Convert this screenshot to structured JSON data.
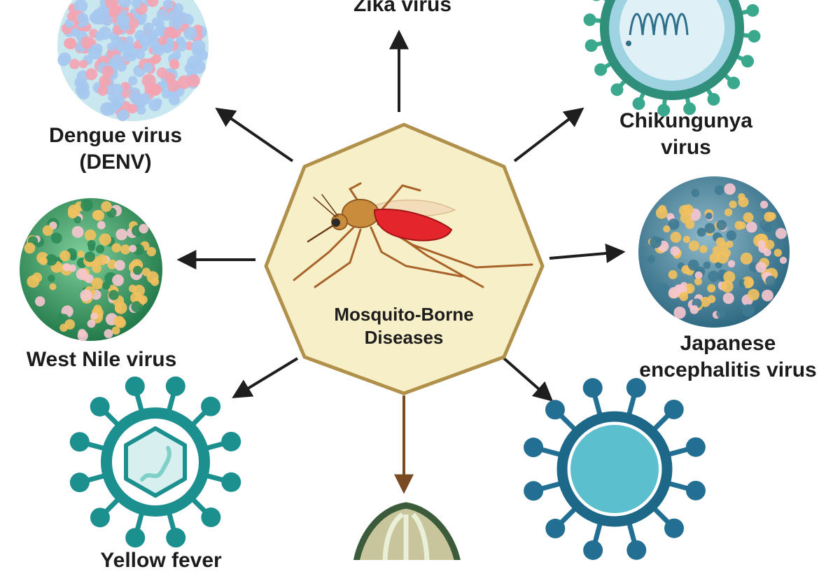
{
  "center": {
    "lines": [
      "Mosquito-Borne",
      "Diseases"
    ],
    "fill": "#f7efc7",
    "stroke": "#b0904a"
  },
  "viruses": [
    {
      "id": "zika",
      "lines": [
        "Zika virus"
      ],
      "icon": "zika-virus-icon"
    },
    {
      "id": "dengue",
      "lines": [
        "Dengue virus",
        "(DENV)"
      ],
      "icon": "dengue-virus-icon",
      "colors": [
        "#f4a3b0",
        "#a6c8ee",
        "#c9e7ee"
      ]
    },
    {
      "id": "chikungunya",
      "lines": [
        "Chikungunya",
        "virus"
      ],
      "icon": "chikungunya-virus-icon",
      "colors": [
        "#3aa88d",
        "#9fd3e2",
        "#2f6f8a"
      ]
    },
    {
      "id": "west-nile",
      "lines": [
        "West Nile virus"
      ],
      "icon": "west-nile-virus-icon",
      "colors": [
        "#2e8b57",
        "#f2c15f",
        "#f6c6cf"
      ]
    },
    {
      "id": "japanese-encephalitis",
      "lines": [
        "Japanese",
        "encephalitis virus"
      ],
      "icon": "japanese-encephalitis-virus-icon",
      "colors": [
        "#3f7a93",
        "#f2c15f",
        "#f6c6cf"
      ]
    },
    {
      "id": "yellow-fever",
      "lines": [
        "Yellow fever"
      ],
      "icon": "yellow-fever-virus-icon",
      "colors": [
        "#1c8f8f",
        "#e4f4f3",
        "#4bbfbf"
      ]
    },
    {
      "id": "bottom",
      "lines": [],
      "icon": "virus-icon",
      "colors": [
        "#3b5b3a",
        "#c8c59c",
        "#eaf0d8"
      ]
    },
    {
      "id": "bottom-right",
      "lines": [],
      "icon": "virus-icon",
      "colors": [
        "#236f93",
        "#5bbfce",
        "#1d6788"
      ]
    }
  ],
  "arrow_colors": {
    "default": "#1e1e1e",
    "bottom": "#7a4a22"
  },
  "mosquito": {
    "icon": "mosquito-icon",
    "body": "#c98b3c",
    "abdomen": "#e4262c",
    "legs": "#a8632a"
  }
}
